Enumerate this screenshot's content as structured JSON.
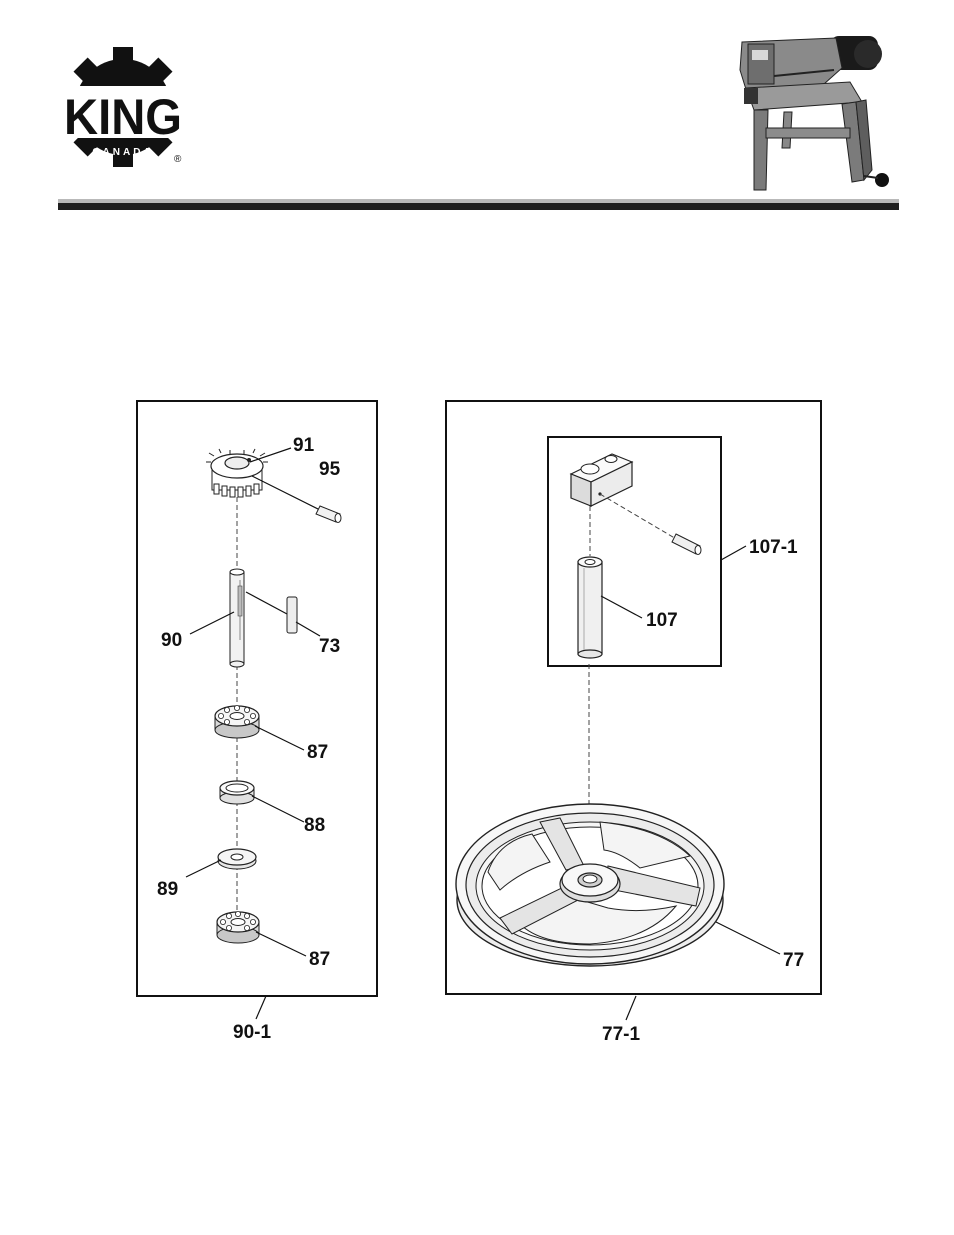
{
  "brand": {
    "logo_word": "KING",
    "logo_sub": "CANADA",
    "registered_mark": "®"
  },
  "icons": {
    "logo": "king-canada-gear-logo",
    "machine": "metal-cutting-bandsaw-photo"
  },
  "diagram": {
    "left_assembly": {
      "assembly_label": "90-1",
      "callouts": {
        "gear": "91",
        "gear_pin": "95",
        "shaft": "90",
        "key": "73",
        "bearing_top": "87",
        "spacer": "88",
        "washer": "89",
        "bearing_bottom": "87"
      }
    },
    "right_assembly": {
      "assembly_label": "77-1",
      "callouts": {
        "wheel": "77"
      },
      "inset": {
        "assembly_label": "107-1",
        "callouts": {
          "shaft": "107"
        }
      }
    }
  }
}
